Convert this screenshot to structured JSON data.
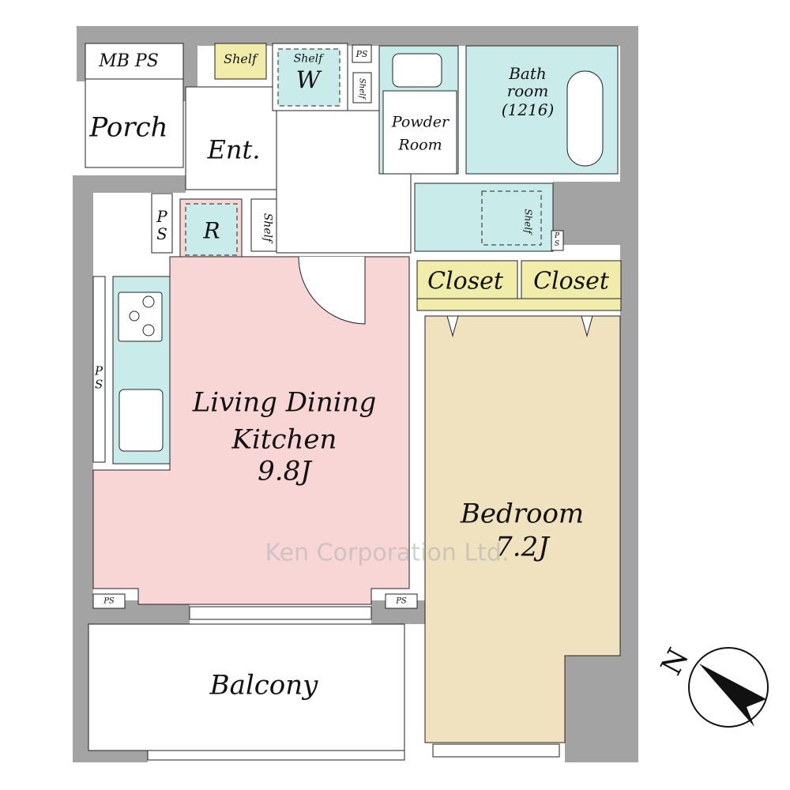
{
  "labels": {
    "mb_ps": "MB PS",
    "porch": "Porch",
    "entrance": "Ent.",
    "shelf_entrance": "Shelf",
    "shelf_w": "Shelf",
    "w": "W",
    "ps_top": "PS",
    "shelf_powder": "Shelf",
    "powder_room_1": "Powder",
    "powder_room_2": "Room",
    "bathroom_1": "Bath",
    "bathroom_2": "room",
    "bathroom_3": "(1216)",
    "ps_left": "P S",
    "refrigerator": "R",
    "shelf_hall": "Shelf",
    "shelf_laundry": "Shelf",
    "ps_laundry": "P S",
    "closet_1": "Closet",
    "closet_2": "Closet",
    "ps_kitchen": "P S",
    "ldk_1": "Living Dining",
    "ldk_2": "Kitchen",
    "ldk_size": "9.8J",
    "bedroom": "Bedroom",
    "bedroom_size": "7.2J",
    "ps_bottom_left": "PS",
    "ps_bottom_right": "PS",
    "balcony": "Balcony",
    "compass_n": "N",
    "watermark": "Ken Corporation Ltd."
  },
  "colors": {
    "wall": "#a3a3a3",
    "ldk": "#f8d6d6",
    "bedroom": "#f1e2bf",
    "wet": "#c9ecea",
    "storage": "#f1eca9"
  }
}
